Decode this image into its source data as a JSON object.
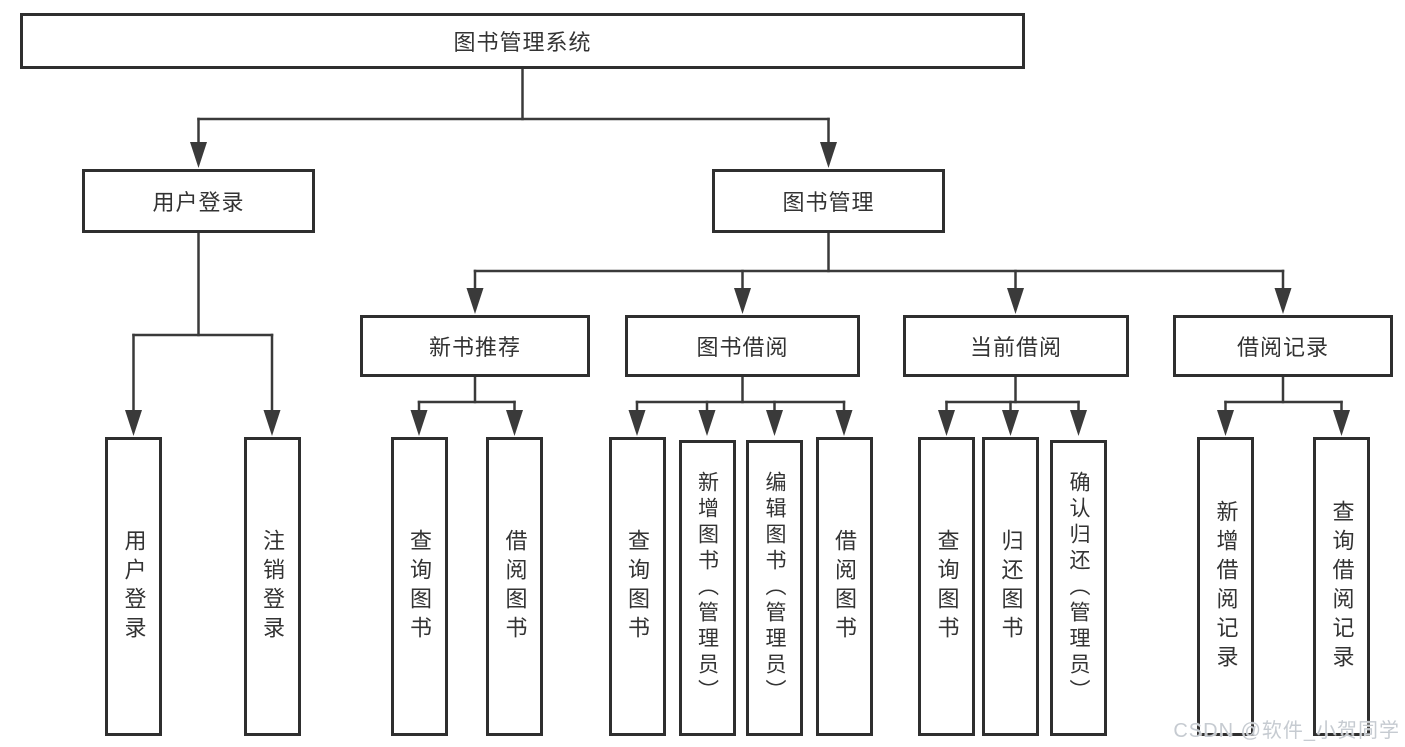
{
  "diagram": {
    "title": "图书管理系统",
    "branches": [
      {
        "label": "用户登录",
        "children": [
          "用户登录",
          "注销登录"
        ]
      },
      {
        "label": "图书管理",
        "sections": [
          {
            "label": "新书推荐",
            "children": [
              "查询图书",
              "借阅图书"
            ]
          },
          {
            "label": "图书借阅",
            "children": [
              "查询图书",
              "新增图书（管理员）",
              "编辑图书（管理员）",
              "借阅图书"
            ]
          },
          {
            "label": "当前借阅",
            "children": [
              "查询图书",
              "归还图书",
              "确认归还（管理员）"
            ]
          },
          {
            "label": "借阅记录",
            "children": [
              "新增借阅记录",
              "查询借阅记录"
            ]
          }
        ]
      }
    ]
  },
  "watermark": {
    "text": "CSDN @软件_小贺同学"
  },
  "colors": {
    "line": "#3a3a3a",
    "box_border": "#2f2f2f",
    "text": "#333333",
    "background": "#ffffff",
    "watermark": "#c6cbd1"
  }
}
